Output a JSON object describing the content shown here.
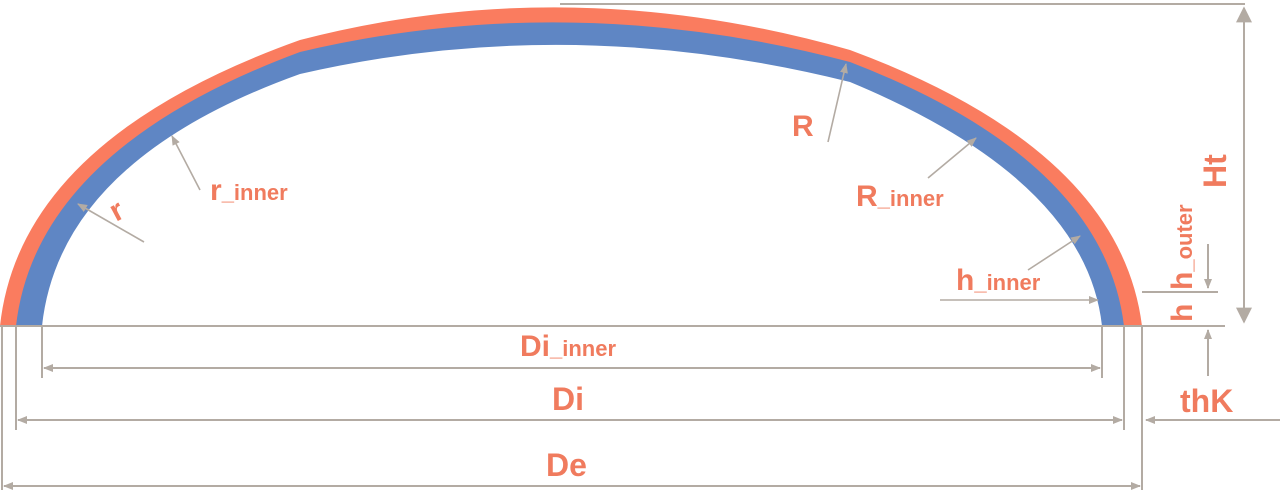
{
  "colors": {
    "outer_layer": "#fa7c5f",
    "inner_layer": "#5f86c4",
    "dimension_line": "#b3aba3",
    "label": "#f07b5e"
  },
  "labels": {
    "R": "R",
    "r_inner": {
      "main": "r",
      "sub": "_inner"
    },
    "r": "r",
    "R_inner": {
      "main": "R",
      "sub": "_inner"
    },
    "h_inner": {
      "main": "h",
      "sub": "_inner"
    },
    "h_outer": {
      "main": "h",
      "sub": "_outer"
    },
    "h": "h",
    "Ht": "Ht",
    "Di_inner": {
      "main": "Di",
      "sub": "_inner"
    },
    "Di": "Di",
    "De": "De",
    "thK": "thK"
  }
}
